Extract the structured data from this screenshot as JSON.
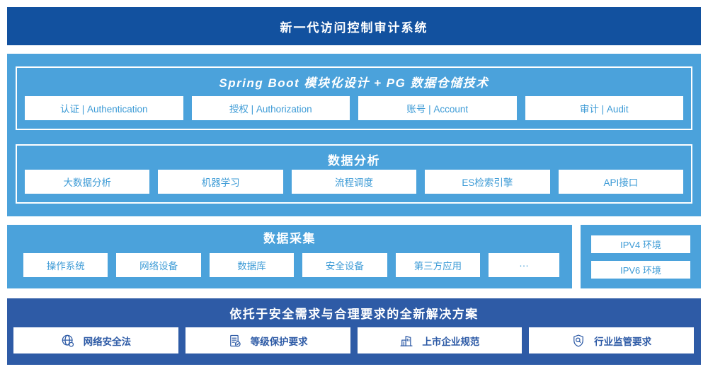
{
  "colors": {
    "dark_blue": "#12519F",
    "solution_blue": "#2E5BA6",
    "light_blue": "#4BA2DB",
    "box_text_blue": "#3D9BD6",
    "white": "#ffffff"
  },
  "banner": {
    "title": "新一代访问控制审计系统"
  },
  "platform": {
    "spring_boot": {
      "title": "Spring Boot 模块化设计 + PG 数据仓储技术",
      "modules": [
        "认证 | Authentication",
        "授权 | Authorization",
        "账号 | Account",
        "审计 | Audit"
      ]
    },
    "data_analysis": {
      "title": "数据分析",
      "modules": [
        "大数据分析",
        "机器学习",
        "流程调度",
        "ES检索引擎",
        "API接口"
      ]
    }
  },
  "data_collection": {
    "title": "数据采集",
    "modules": [
      "操作系统",
      "网络设备",
      "数据库",
      "安全设备",
      "第三方应用",
      "···"
    ]
  },
  "ip_env": {
    "items": [
      "IPV4 环境",
      "IPV6 环境"
    ]
  },
  "solution": {
    "title": "依托于安全需求与合理要求的全新解决方案",
    "items": [
      {
        "icon": "globe-icon",
        "label": "网络安全法"
      },
      {
        "icon": "document-check-icon",
        "label": "等级保护要求"
      },
      {
        "icon": "building-icon",
        "label": "上市企业规范"
      },
      {
        "icon": "shield-search-icon",
        "label": "行业监管要求"
      }
    ]
  }
}
